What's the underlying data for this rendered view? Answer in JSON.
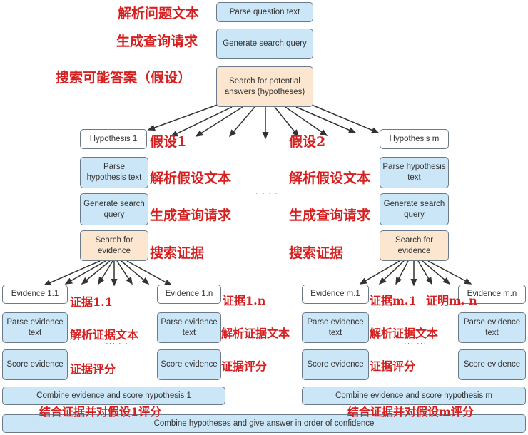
{
  "boxes": {
    "parse_question": "Parse question text",
    "generate_query": "Generate search query",
    "search_answers": "Search for potential answers (hypotheses)",
    "hypothesis_1": "Hypothesis 1",
    "hypothesis_m": "Hypothesis m",
    "parse_hypothesis": "Parse hypothesis text",
    "generate_search_query": "Generate search query",
    "search_evidence": "Search for evidence",
    "evidence_1_1": "Evidence 1.1",
    "evidence_1_n": "Evidence 1.n",
    "evidence_m_1": "Evidence m.1",
    "evidence_m_n": "Evidence m.n",
    "parse_evidence": "Parse evidence text",
    "score_evidence": "Score evidence",
    "combine_1": "Combine evidence and score hypothesis 1",
    "combine_m": "Combine evidence and score hypothesis m",
    "final": "Combine hypotheses and give answer in order of confidence"
  },
  "annotations": {
    "parse_question": "解析问题文本",
    "generate_query": "生成查询请求",
    "search_answers": "搜索可能答案（假设）",
    "hyp1": "假设1",
    "hyp2": "假设2",
    "parse_hyp": "解析假设文本",
    "gen_query": "生成查询请求",
    "search_evidence": "搜索证据",
    "ev_1_1": "证据1.1",
    "ev_1_n": "证据1.n",
    "ev_m_1": "证据m.1",
    "ev_m_n": "证明m. n",
    "parse_evidence": "解析证据文本",
    "score_evidence": "证据评分",
    "combine_1": "结合证据并对假设1评分",
    "combine_m": "结合证据并对假设m评分"
  },
  "ellipsis": "··· ···"
}
